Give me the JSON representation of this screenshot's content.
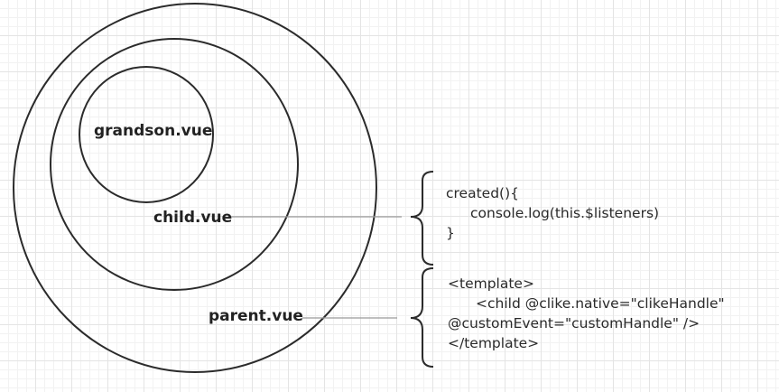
{
  "diagram": {
    "components": {
      "grandson": "grandson.vue",
      "child": "child.vue",
      "parent": "parent.vue"
    },
    "child_code": [
      "created(){",
      "    console.log(this.$listeners)",
      "}"
    ],
    "parent_code": [
      "<template>",
      "    <child @clike.native=\"clikeHandle\"",
      "@customEvent=\"customHandle\" />",
      "</template>"
    ]
  }
}
